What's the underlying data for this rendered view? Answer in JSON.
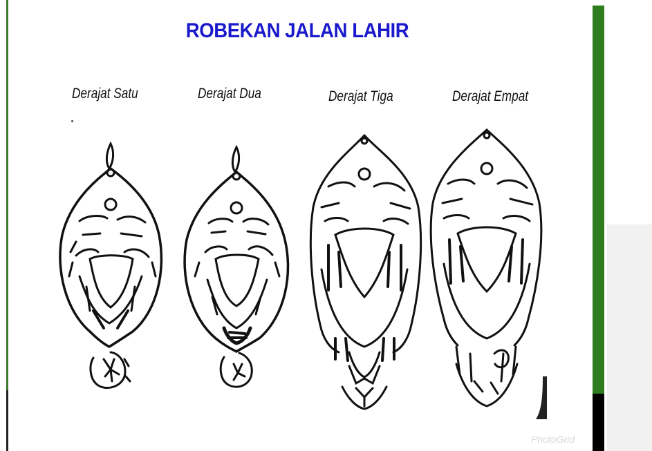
{
  "title": "ROBEKAN JALAN LAHIR",
  "degrees": [
    "Derajat Satu",
    "Derajat Dua",
    "Derajat Tiga",
    "Derajat Empat"
  ],
  "watermark": "PhotoGrid",
  "colors": {
    "title": "#1a1acc",
    "accent_green": "#2e7d1f",
    "ink": "#111111"
  }
}
